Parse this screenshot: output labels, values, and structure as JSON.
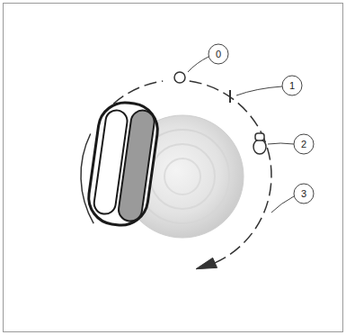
{
  "diagram": {
    "labels": [
      "0",
      "1",
      "2",
      "3"
    ]
  }
}
